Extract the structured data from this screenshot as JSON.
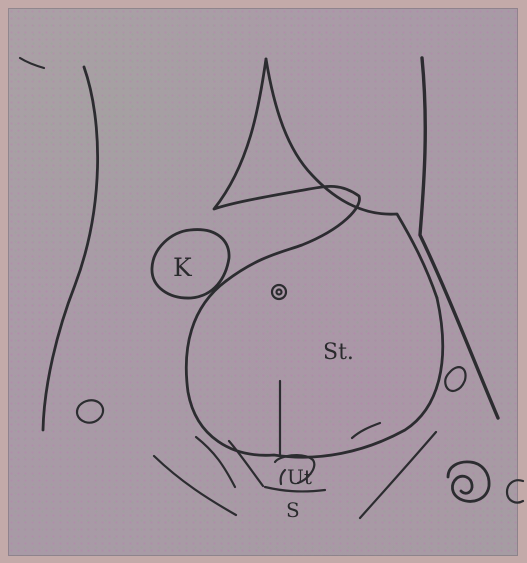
{
  "diagram": {
    "labels": {
      "k": "K",
      "st": "St.",
      "ut": "Ut",
      "s": "S"
    },
    "colors": {
      "background": "#c3aaa9",
      "plate": "#ab9da7",
      "ink": "#2c2c30"
    }
  }
}
